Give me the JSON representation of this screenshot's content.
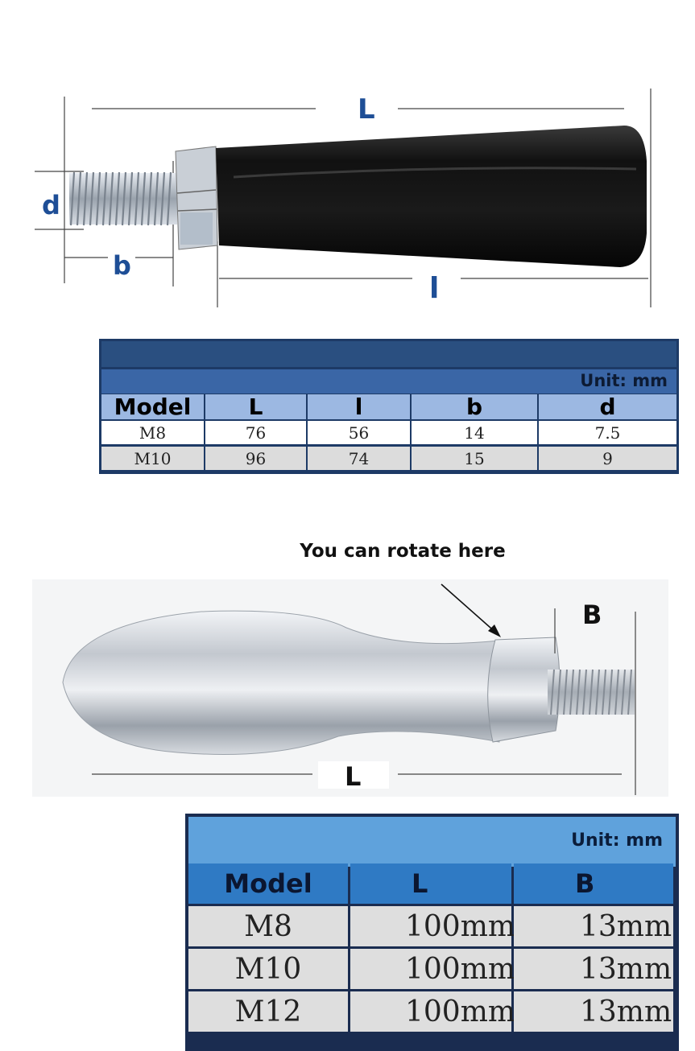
{
  "diagram1": {
    "labels": {
      "L": "L",
      "d": "d",
      "b": "b",
      "l": "l"
    }
  },
  "table1": {
    "unit": "Unit: mm",
    "headers": [
      "Model",
      "L",
      "l",
      "b",
      "d"
    ],
    "rows": [
      [
        "M8",
        "76",
        "56",
        "14",
        "7.5"
      ],
      [
        "M10",
        "96",
        "74",
        "15",
        "9"
      ]
    ]
  },
  "diagram2": {
    "caption": "You can rotate here",
    "labels": {
      "B": "B",
      "L": "L"
    }
  },
  "table2": {
    "unit": "Unit: mm",
    "headers": [
      "Model",
      "L",
      "B"
    ],
    "rows": [
      [
        "M8",
        "100mm",
        "13mm"
      ],
      [
        "M10",
        "100mm",
        "13mm"
      ],
      [
        "M12",
        "100mm",
        "13mm"
      ]
    ]
  },
  "colors": {
    "dimension_label": "#1e4e96",
    "table1_header": "#9cb8e2",
    "table2_header": "#2f7ac4"
  }
}
